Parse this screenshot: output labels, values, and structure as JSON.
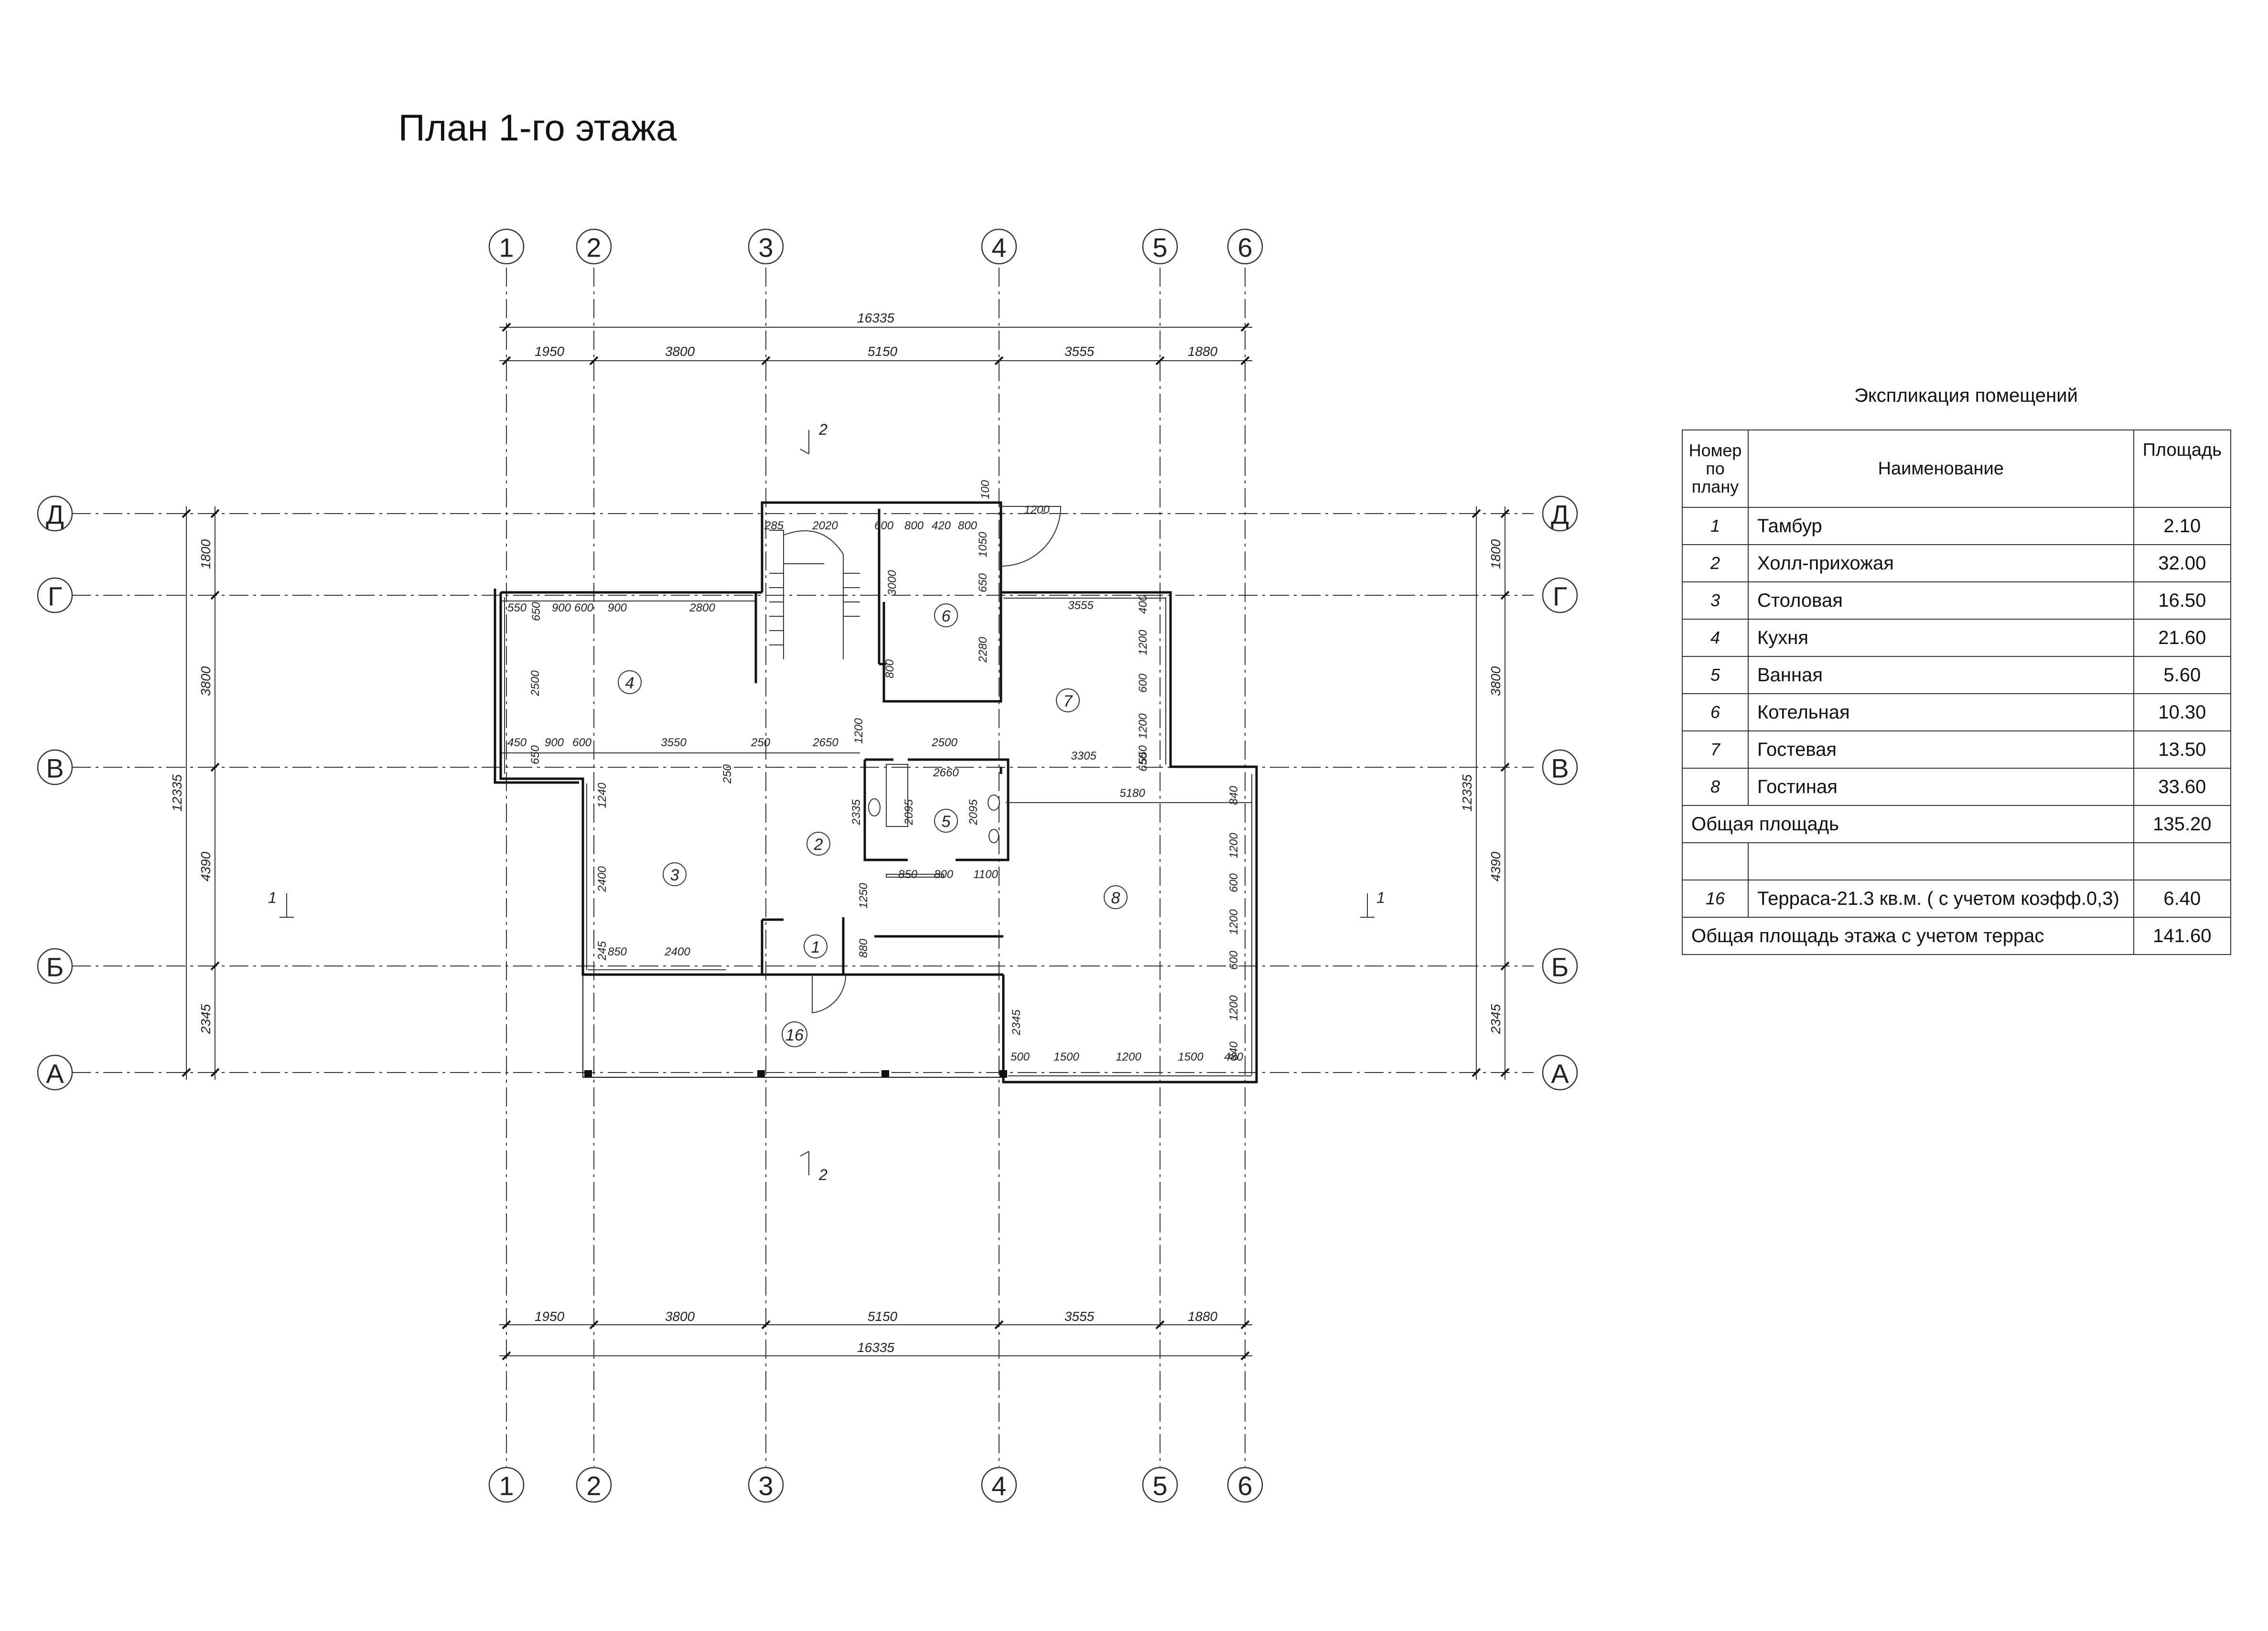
{
  "title": "План 1-го этажа",
  "axes": {
    "vertical": [
      "1",
      "2",
      "3",
      "4",
      "5",
      "6"
    ],
    "horizontal": [
      "Д",
      "Г",
      "В",
      "Б",
      "А"
    ]
  },
  "dimensions": {
    "overall_width": "16335",
    "top_spans": [
      "1950",
      "3800",
      "5150",
      "3555",
      "1880"
    ],
    "overall_height": "12335",
    "side_spans": [
      "1800",
      "3800",
      "4390",
      "2345"
    ]
  },
  "inner_dims": {
    "d1": "285",
    "d2": "2020",
    "d3": "600",
    "d4": "800",
    "d5": "420",
    "d6": "800",
    "d7": "100",
    "d8": "1200",
    "d9": "550",
    "d10": "650",
    "d11": "900",
    "d12": "600",
    "d13": "900",
    "d14": "2800",
    "d15": "3000",
    "d16": "650",
    "d17": "1050",
    "d18": "3555",
    "d19": "400",
    "d20": "2500",
    "d21": "2280",
    "d22": "800",
    "d23": "1200",
    "d24": "600",
    "d25": "1200",
    "d26": "450",
    "d27": "900",
    "d28": "600",
    "d29": "3550",
    "d30": "250",
    "d31": "2650",
    "d32": "1200",
    "d33": "2500",
    "d34": "650",
    "d35": "3305",
    "d36": "650",
    "d37": "2660",
    "d38": "1240",
    "d39": "250",
    "d40": "2335",
    "d41": "2095",
    "d42": "2095",
    "d43": "5180",
    "d44": "840",
    "d45": "2400",
    "d46": "850",
    "d47": "800",
    "d48": "1100",
    "d49": "1200",
    "d50": "1250",
    "d51": "600",
    "d52": "245",
    "d53": "850",
    "d54": "2400",
    "d55": "880",
    "d56": "1200",
    "d57": "600",
    "d58": "2345",
    "d59": "1200",
    "d60": "500",
    "d61": "1500",
    "d62": "1200",
    "d63": "1500",
    "d64": "840",
    "d65": "480",
    "d66": "550"
  },
  "rooms": [
    "1",
    "2",
    "3",
    "4",
    "5",
    "6",
    "7",
    "8",
    "16"
  ],
  "sections": {
    "s1": "1",
    "s2": "2"
  },
  "explication": {
    "title": "Экспликация помещений",
    "headers": {
      "num": "Номер по плану",
      "name": "Наименование",
      "area": "Площадь"
    },
    "rows": [
      {
        "num": "1",
        "name": "Тамбур",
        "area": "2.10"
      },
      {
        "num": "2",
        "name": "Холл-прихожая",
        "area": "32.00"
      },
      {
        "num": "3",
        "name": "Столовая",
        "area": "16.50"
      },
      {
        "num": "4",
        "name": "Кухня",
        "area": "21.60"
      },
      {
        "num": "5",
        "name": "Ванная",
        "area": "5.60"
      },
      {
        "num": "6",
        "name": "Котельная",
        "area": "10.30"
      },
      {
        "num": "7",
        "name": "Гостевая",
        "area": "13.50"
      },
      {
        "num": "8",
        "name": "Гостиная",
        "area": "33.60"
      }
    ],
    "total_label": "Общая площадь",
    "total_area": "135.20",
    "terrace": {
      "num": "16",
      "name": "Терраса-21.3 кв.м. ( с учетом коэфф.0,3)",
      "area": "6.40"
    },
    "grand_total_label": "Общая площадь этажа с учетом террас",
    "grand_total_area": "141.60"
  }
}
